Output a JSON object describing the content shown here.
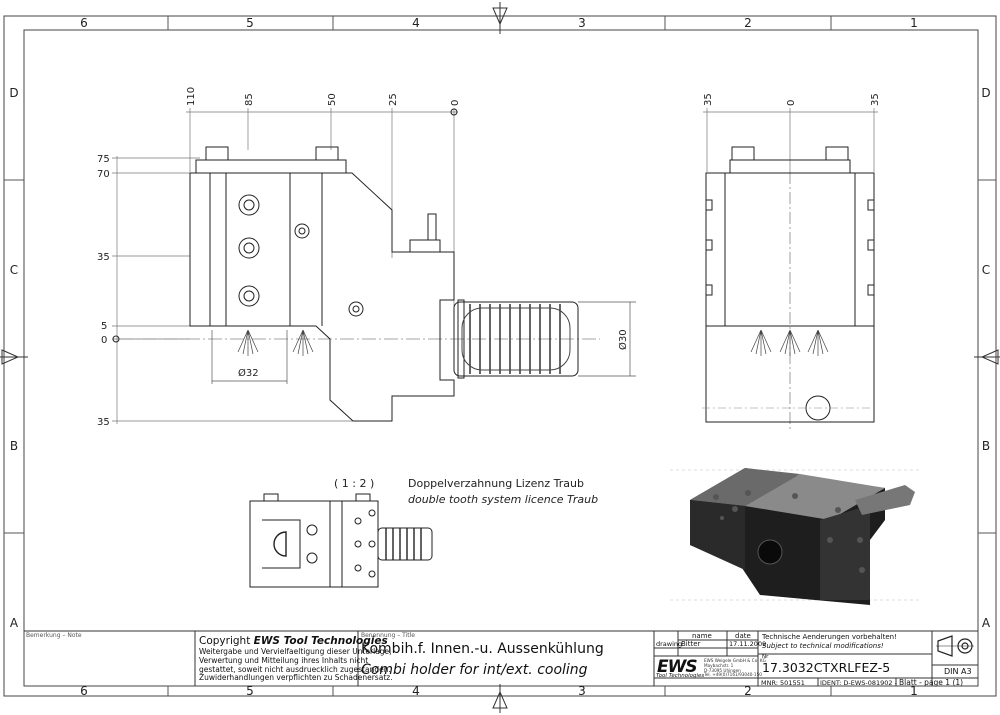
{
  "border": {
    "columns": [
      "6",
      "5",
      "4",
      "3",
      "2",
      "1"
    ],
    "rows": [
      "D",
      "C",
      "B",
      "A"
    ]
  },
  "view_front": {
    "top_dims": [
      "110",
      "85",
      "50",
      "25",
      "0"
    ],
    "left_dims": [
      "75",
      "70",
      "35",
      "5",
      "0",
      "35"
    ],
    "dia_bore": "Ø32",
    "dia_shank": "Ø30"
  },
  "view_side": {
    "top_dims": [
      "35",
      "0",
      "35"
    ]
  },
  "detail": {
    "scale": "( 1 : 2 )",
    "note_de": "Doppelverzahnung Lizenz Traub",
    "note_en": "double tooth system licence Traub"
  },
  "title_block": {
    "remark_label": "Bemerkung – Note",
    "copyright_prefix": "Copyright",
    "copyright_brand": "EWS Tool Technologies",
    "copyright_lines": [
      "Weitergabe und Vervielfaeltigung dieser Unterlage,",
      "Verwertung und Mitteilung ihres Inhalts nicht",
      "gestattet, soweit nicht ausdruecklich zugestanden.",
      "Zuwiderhandlungen verpflichten zu Schadenersatz."
    ],
    "title_label": "Benennung – Title",
    "title_de": "Kombih.f. Innen.-u. Aussenkühlung",
    "title_en": "Combi holder for int/ext. cooling",
    "name_hdr": "name",
    "date_hdr": "date",
    "drawing_label": "drawing",
    "drawn_by": "Bitter",
    "drawn_date": "17.11.2009",
    "logo": "EWS",
    "logo_sub": "Tool Technologies",
    "company_lines": [
      "EWS Weigele GmbH & Co. KG",
      "Maybachstr. 1",
      "D-73095 Uhingen",
      "Tel. +49(0)7161/93040-150"
    ],
    "notice_de": "Technische Aenderungen vorbehalten!",
    "notice_en": "Subject to technical modifications!",
    "nr_label": "Nr",
    "part_no": "17.3032CTXRLFEZ-5",
    "mnr": "MNR: 501551",
    "ident": "IDENT: D-EWS-081902 -",
    "sheet": "Blatt - page 1 (1)",
    "format": "DIN A3"
  }
}
